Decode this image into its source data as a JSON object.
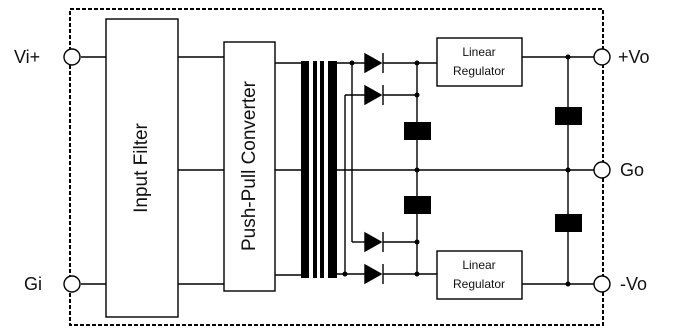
{
  "terminals": {
    "vin_pos": "Vi+",
    "gnd_in": "Gi",
    "vout_pos": "+Vo",
    "gnd_out": "Go",
    "vout_neg": "-Vo"
  },
  "blocks": {
    "input_filter": "Input Filter",
    "converter": "Push-Pull Converter",
    "regulator_top_line1": "Linear",
    "regulator_top_line2": "Regulator",
    "regulator_bottom_line1": "Linear",
    "regulator_bottom_line2": "Regulator"
  }
}
